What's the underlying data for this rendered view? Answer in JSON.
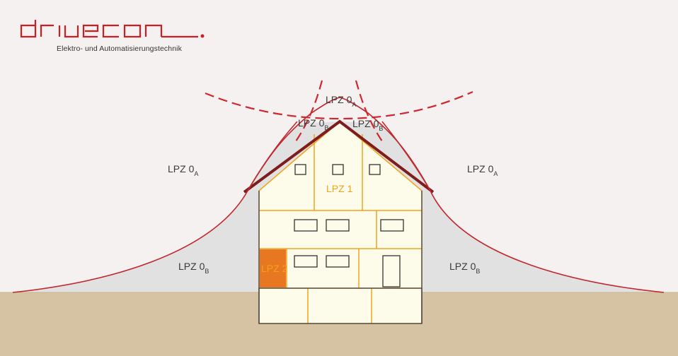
{
  "brand": {
    "name": "drivecon",
    "tagline": "Elektro- und Automatisierungstechnik",
    "color": "#cc1f24"
  },
  "colors": {
    "background": "#f5f1f1",
    "ground": "#d6c3a3",
    "zone_fill": "#e1e1e1",
    "boundary": "#c2272d",
    "roof": "#7e1d1d",
    "building_fill": "#fdfbe9",
    "room_lines": "#f3a11c",
    "lpz2_fill": "#e87722",
    "window_stroke": "#333333"
  },
  "labels": {
    "top": {
      "main": "LPZ 0",
      "sub": "A"
    },
    "roof_left": {
      "main": "LPZ 0",
      "sub": "B"
    },
    "roof_right": {
      "main": "LPZ 0",
      "sub": "B"
    },
    "mid_left": {
      "main": "LPZ 0",
      "sub": "A"
    },
    "mid_right": {
      "main": "LPZ 0",
      "sub": "A"
    },
    "bottom_left": {
      "main": "LPZ 0",
      "sub": "B"
    },
    "bottom_right": {
      "main": "LPZ 0",
      "sub": "B"
    },
    "lpz1": "LPZ 1",
    "lpz2": "LPZ 2"
  }
}
